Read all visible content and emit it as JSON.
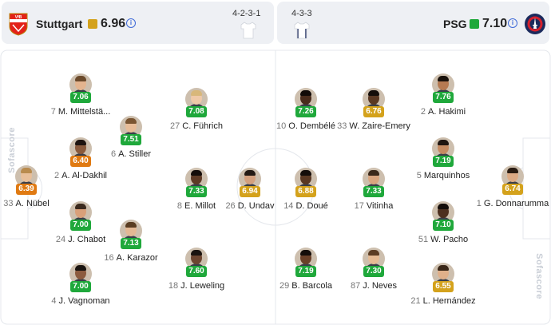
{
  "home": {
    "name": "Stuttgart",
    "rating": "6.96",
    "rating_color": "#d4a21c",
    "formation": "4-2-3-1",
    "crest_icon": "vfb-stuttgart-crest-icon",
    "shirt_color": "#ffffff"
  },
  "away": {
    "name": "PSG",
    "rating": "7.10",
    "rating_color": "#1fa83b",
    "formation": "4-3-3",
    "crest_icon": "psg-crest-icon",
    "shirt_color": "#ffffff"
  },
  "info_glyph": "i",
  "watermark": "Sofascore",
  "rating_colors": {
    "green": "#1fa83b",
    "gold": "#d4a21c",
    "orange": "#e07a12"
  },
  "players": [
    {
      "num": "7",
      "name": "M. Mittelstä...",
      "rating": "7.06",
      "band": "green",
      "skin": "#e3b48f",
      "hair": "#6b4a2b"
    },
    {
      "num": "2",
      "name": "A. Al-Dakhil",
      "rating": "6.40",
      "band": "orange",
      "skin": "#8a5a3c",
      "hair": "#1e1410"
    },
    {
      "num": "33",
      "name": "A. Nübel",
      "rating": "6.39",
      "band": "orange",
      "skin": "#e8bf9a",
      "hair": "#b98b4e"
    },
    {
      "num": "24",
      "name": "J. Chabot",
      "rating": "7.00",
      "band": "green",
      "skin": "#d9a07a",
      "hair": "#3b2a1e"
    },
    {
      "num": "4",
      "name": "J. Vagnoman",
      "rating": "7.00",
      "band": "green",
      "skin": "#8c5b3e",
      "hair": "#1a1410"
    },
    {
      "num": "6",
      "name": "A. Stiller",
      "rating": "7.51",
      "band": "green",
      "skin": "#e7bc98",
      "hair": "#7a5532"
    },
    {
      "num": "16",
      "name": "A. Karazor",
      "rating": "7.13",
      "band": "green",
      "skin": "#e3b894",
      "hair": "#5a3d22"
    },
    {
      "num": "27",
      "name": "C. Führich",
      "rating": "7.08",
      "band": "green",
      "skin": "#efc9a8",
      "hair": "#d8b77a"
    },
    {
      "num": "8",
      "name": "E. Millot",
      "rating": "7.33",
      "band": "green",
      "skin": "#5e3a25",
      "hair": "#140d0a"
    },
    {
      "num": "18",
      "name": "J. Leweling",
      "rating": "7.60",
      "band": "green",
      "skin": "#6d4530",
      "hair": "#1a1310"
    },
    {
      "num": "26",
      "name": "D. Undav",
      "rating": "6.94",
      "band": "gold",
      "skin": "#d4a07e",
      "hair": "#241a14"
    },
    {
      "num": "10",
      "name": "O. Dembélé",
      "rating": "7.26",
      "band": "green",
      "skin": "#4a2c1c",
      "hair": "#120b08"
    },
    {
      "num": "14",
      "name": "D. Doué",
      "rating": "6.88",
      "band": "gold",
      "skin": "#5a3823",
      "hair": "#140d0a"
    },
    {
      "num": "29",
      "name": "B. Barcola",
      "rating": "7.19",
      "band": "green",
      "skin": "#6a4028",
      "hair": "#140d0a"
    },
    {
      "num": "33",
      "name": "W. Zaire-Emery",
      "rating": "6.76",
      "band": "gold",
      "skin": "#5a3823",
      "hair": "#140d0a"
    },
    {
      "num": "17",
      "name": "Vitinha",
      "rating": "7.33",
      "band": "green",
      "skin": "#d9a57f",
      "hair": "#3b281a"
    },
    {
      "num": "87",
      "name": "J. Neves",
      "rating": "7.30",
      "band": "green",
      "skin": "#e6bb94",
      "hair": "#5c3d24"
    },
    {
      "num": "2",
      "name": "A. Hakimi",
      "rating": "7.76",
      "band": "green",
      "skin": "#b57a52",
      "hair": "#1a120c"
    },
    {
      "num": "5",
      "name": "Marquinhos",
      "rating": "7.19",
      "band": "green",
      "skin": "#c58b62",
      "hair": "#1e1510"
    },
    {
      "num": "51",
      "name": "W. Pacho",
      "rating": "7.10",
      "band": "green",
      "skin": "#4d2f1f",
      "hair": "#140d0a"
    },
    {
      "num": "21",
      "name": "L. Hernández",
      "rating": "6.55",
      "band": "gold",
      "skin": "#e0b08a",
      "hair": "#3a2718"
    },
    {
      "num": "1",
      "name": "G. Donnarumma",
      "rating": "6.74",
      "band": "gold",
      "skin": "#dcaa84",
      "hair": "#2a1c12"
    }
  ]
}
